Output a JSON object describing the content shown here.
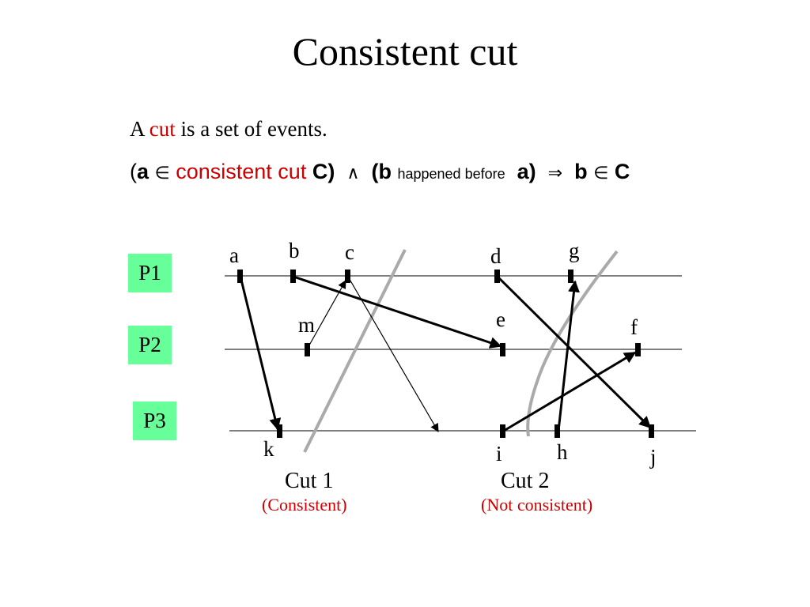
{
  "title": "Consistent cut",
  "definition": {
    "prefix": "A",
    "highlight": "cut",
    "suffix": "is a set of events."
  },
  "formula": {
    "open_paren": "(",
    "a": "a",
    "in_symbol": "∈",
    "consistent_cut": "consistent cut",
    "c_close": "C)",
    "and_symbol": "∧",
    "b_open": "(b",
    "happened_before": "happened before",
    "a_close": "a)",
    "implies_symbol": "⇒",
    "b": "b",
    "in_symbol_2": "∈",
    "c": "C"
  },
  "processes": [
    "P1",
    "P2",
    "P3"
  ],
  "events": {
    "a": "a",
    "b": "b",
    "c": "c",
    "d": "d",
    "g": "g",
    "m": "m",
    "e": "e",
    "f": "f",
    "k": "k",
    "i": "i",
    "h": "h",
    "j": "j"
  },
  "cuts": [
    {
      "label": "Cut 1",
      "status": "(Consistent)"
    },
    {
      "label": "Cut 2",
      "status": "(Not consistent)"
    }
  ],
  "colors": {
    "process_box": "#66ff99",
    "highlight_red": "#cc0000",
    "cut_line": "#aaaaaa",
    "timeline": "#555555"
  }
}
